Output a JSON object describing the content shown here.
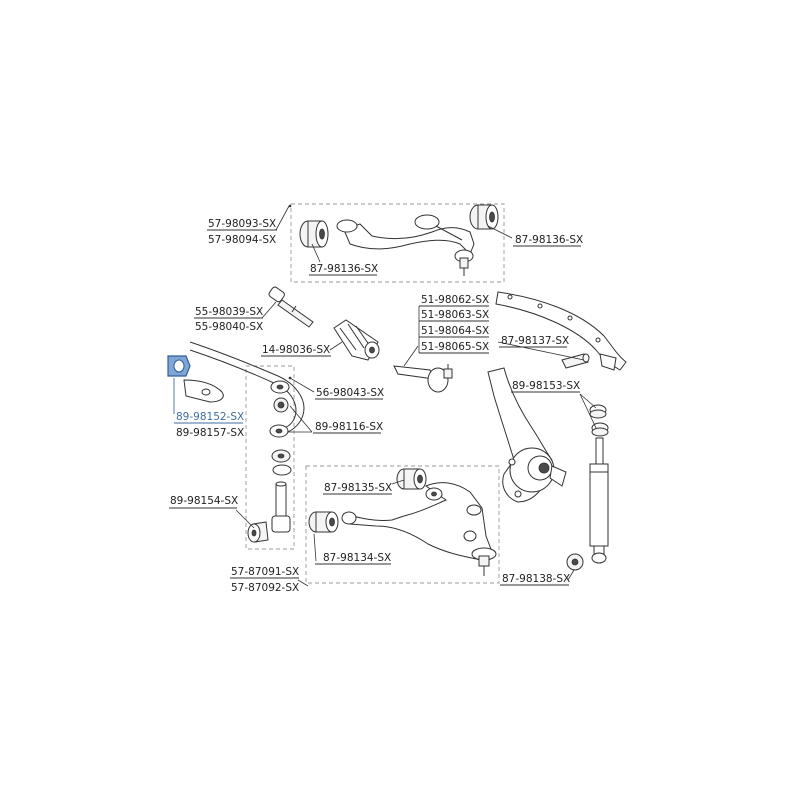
{
  "labels": {
    "p57_98093": "57-98093-SX",
    "p57_98094": "57-98094-SX",
    "p87_98136_a": "87-98136-SX",
    "p87_98136_b": "87-98136-SX",
    "p55_98039": "55-98039-SX",
    "p55_98040": "55-98040-SX",
    "p51_98062": "51-98062-SX",
    "p51_98063": "51-98063-SX",
    "p51_98064": "51-98064-SX",
    "p51_98065": "51-98065-SX",
    "p14_98036": "14-98036-SX",
    "p87_98137": "87-98137-SX",
    "p56_98043": "56-98043-SX",
    "p89_98153": "89-98153-SX",
    "p89_98152": "89-98152-SX",
    "p89_98157": "89-98157-SX",
    "p89_98116": "89-98116-SX",
    "p87_98135": "87-98135-SX",
    "p89_98154": "89-98154-SX",
    "p87_98134": "87-98134-SX",
    "p57_87091": "57-87091-SX",
    "p57_87092": "57-87092-SX",
    "p87_98138": "87-98138-SX"
  },
  "colors": {
    "highlight": "#7fa6d6",
    "highlight_text": "#3f6ea0"
  }
}
